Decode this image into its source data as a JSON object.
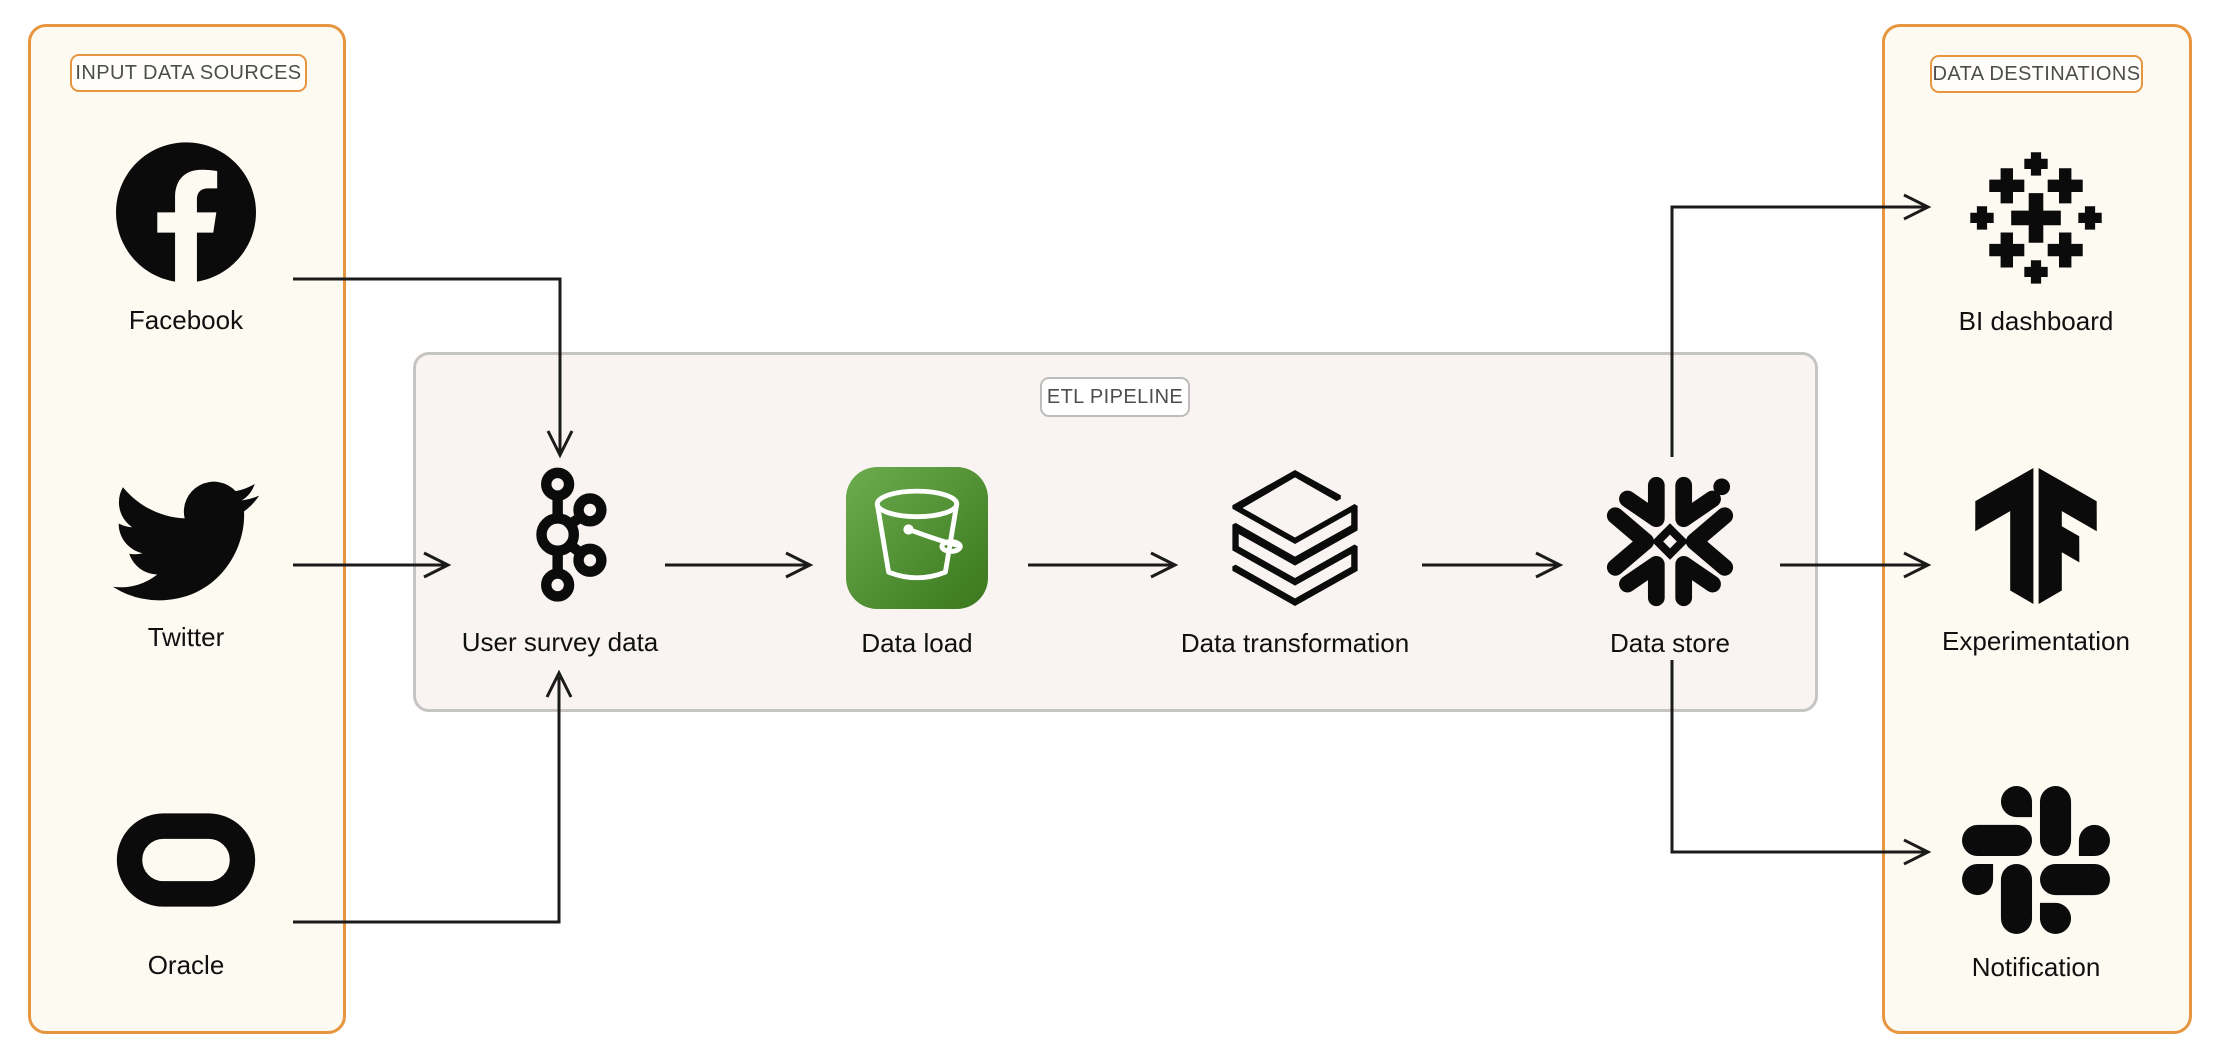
{
  "sources": {
    "title": "INPUT DATA SOURCES",
    "nodes": [
      {
        "label": "Facebook",
        "icon": "facebook-icon"
      },
      {
        "label": "Twitter",
        "icon": "twitter-icon"
      },
      {
        "label": "Oracle",
        "icon": "oracle-icon"
      }
    ]
  },
  "etl": {
    "title": "ETL PIPELINE",
    "nodes": [
      {
        "label": "User survey data",
        "icon": "kafka-icon"
      },
      {
        "label": "Data load",
        "icon": "s3-bucket-icon"
      },
      {
        "label": "Data transformation",
        "icon": "databricks-icon"
      },
      {
        "label": "Data store",
        "icon": "snowflake-icon"
      }
    ]
  },
  "destinations": {
    "title": "DATA DESTINATIONS",
    "nodes": [
      {
        "label": "BI dashboard",
        "icon": "tableau-icon"
      },
      {
        "label": "Experimentation",
        "icon": "tensorflow-icon"
      },
      {
        "label": "Notification",
        "icon": "slack-icon"
      }
    ]
  },
  "edges": [
    {
      "from": "Facebook",
      "to": "User survey data"
    },
    {
      "from": "Twitter",
      "to": "User survey data"
    },
    {
      "from": "Oracle",
      "to": "User survey data"
    },
    {
      "from": "User survey data",
      "to": "Data load"
    },
    {
      "from": "Data load",
      "to": "Data transformation"
    },
    {
      "from": "Data transformation",
      "to": "Data store"
    },
    {
      "from": "Data store",
      "to": "BI dashboard"
    },
    {
      "from": "Data store",
      "to": "Experimentation"
    },
    {
      "from": "Data store",
      "to": "Notification"
    }
  ],
  "colors": {
    "group_accent": "#E8953F",
    "group_fill": "#FDFAF2",
    "etl_accent": "#C6C5C4",
    "etl_fill": "#F9F4F2",
    "tag_text": "#4D4D4D",
    "label_text": "#101010",
    "arrow": "#1B1B1B",
    "icon_black": "#0B0B0B",
    "s3_green_light": "#6CAC4E",
    "s3_green_dark": "#3A771D"
  }
}
